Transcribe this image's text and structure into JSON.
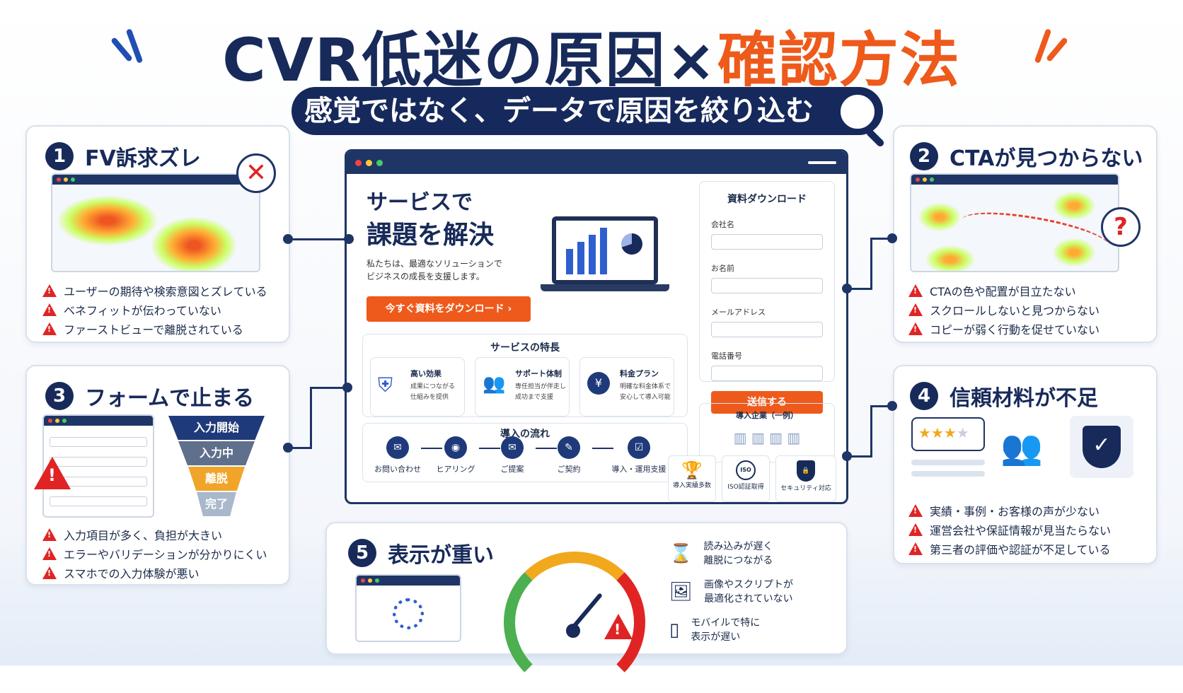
{
  "header": {
    "title_part1": "CVR低迷の原因",
    "title_times": "×",
    "title_part2": "確認方法",
    "subtitle": "感覚ではなく、データで原因を絞り込む"
  },
  "colors": {
    "navy": "#172a5a",
    "orange": "#ee5a1b",
    "red": "#e02424",
    "accent_blue": "#2f5ecf"
  },
  "cards": {
    "c1": {
      "num": "1",
      "title": "FV訴求ズレ",
      "items": [
        "ユーザーの期待や検索意図とズレている",
        "ベネフィットが伝わっていない",
        "ファーストビューで離脱されている"
      ]
    },
    "c2": {
      "num": "2",
      "title": "CTAが見つからない",
      "items": [
        "CTAの色や配置が目立たない",
        "スクロールしないと見つからない",
        "コピーが弱く行動を促せていない"
      ]
    },
    "c3": {
      "num": "3",
      "title": "フォームで止まる",
      "funnel": [
        "入力開始",
        "入力中",
        "離脱",
        "完了"
      ],
      "items": [
        "入力項目が多く、負担が大きい",
        "エラーやバリデーションが分かりにくい",
        "スマホでの入力体験が悪い"
      ]
    },
    "c4": {
      "num": "4",
      "title": "信頼材料が不足",
      "items": [
        "実績・事例・お客様の声が少ない",
        "運営会社や保証情報が見当たらない",
        "第三者の評価や認証が不足している"
      ]
    },
    "c5": {
      "num": "5",
      "title": "表示が重い",
      "items": [
        "読み込みが遅く\n離脱につながる",
        "画像やスクリプトが\n最適化されていない",
        "モバイルで特に\n表示が遅い"
      ]
    }
  },
  "mock": {
    "hero_line1": "サービスで",
    "hero_line2": "課題を解決",
    "hero_desc1": "私たちは、最適なソリューションで",
    "hero_desc2": "ビジネスの成長を支援します。",
    "cta": "今すぐ資料をダウンロード ›",
    "form": {
      "title": "資料ダウンロード",
      "fields": [
        "会社名",
        "お名前",
        "メールアドレス",
        "電話番号"
      ],
      "submit": "送信する"
    },
    "features": {
      "title": "サービスの特長",
      "items": [
        {
          "name": "高い効果",
          "d1": "成果につながる",
          "d2": "仕組みを提供"
        },
        {
          "name": "サポート体制",
          "d1": "専任担当が伴走し",
          "d2": "成功まで支援"
        },
        {
          "name": "料金プラン",
          "d1": "明確な料金体系で",
          "d2": "安心して導入可能"
        }
      ]
    },
    "flow": {
      "title": "導入の流れ",
      "steps": [
        "お問い合わせ",
        "ヒアリング",
        "ご提案",
        "ご契約",
        "導入・運用支援"
      ]
    },
    "clients": {
      "title": "導入企業（一例）"
    },
    "badges": [
      "導入実績多数",
      "ISO認証取得",
      "セキュリティ対応"
    ]
  },
  "icons": [
    "x-icon",
    "question-icon",
    "warning-icon",
    "shield-check-icon",
    "users-icon",
    "yen-icon",
    "trophy-icon",
    "iso-icon",
    "lock-icon",
    "hourglass-icon",
    "image-icon",
    "mobile-icon",
    "gauge-icon",
    "magnifier-icon"
  ]
}
